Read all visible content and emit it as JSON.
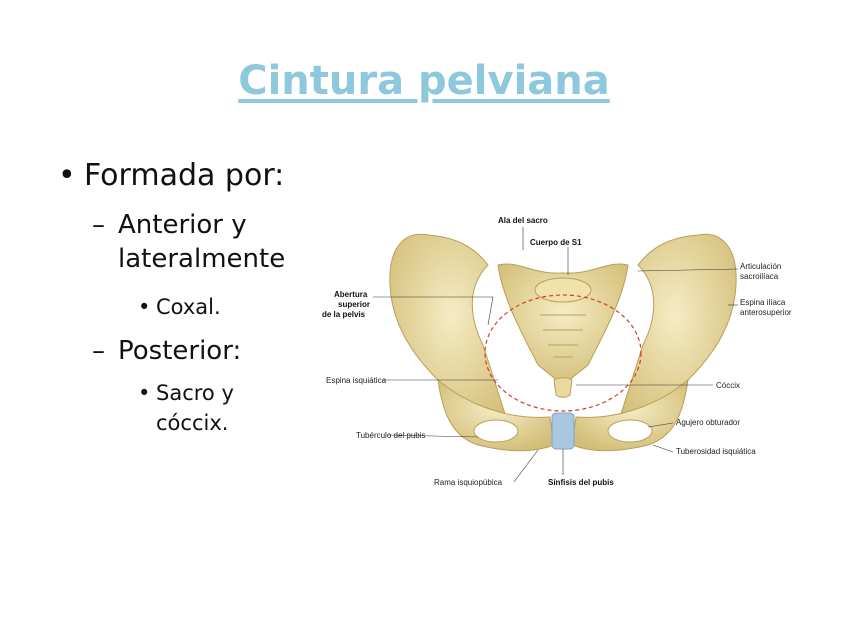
{
  "slide": {
    "title": "Cintura pelviana",
    "bullet1": "Formada por:",
    "sub1_line1": "Anterior y",
    "sub1_line2": "lateralmente",
    "sub1_item": "Coxal.",
    "sub2": "Posterior:",
    "sub2_item_line1": "Sacro y",
    "sub2_item_line2": "cóccix."
  },
  "figure": {
    "labels": {
      "ala_sacro": "Ala del sacro",
      "cuerpo_s1": "Cuerpo de S1",
      "articulacion_1": "Articulación",
      "articulacion_2": "sacroilíaca",
      "espina_iliaca_1": "Espina ilíaca",
      "espina_iliaca_2": "anterosuperior",
      "abertura_1": "Abertura",
      "abertura_2": "superior",
      "abertura_3": "de la pelvis",
      "espina_isquiatica": "Espina isquiática",
      "coccix": "Cóccix",
      "tuberculo_pubis": "Tubérculo del pubis",
      "agujero_obturador": "Agujero obturador",
      "tuberosidad": "Tuberosidad isquiática",
      "rama": "Rama isquiopúbica",
      "sinfisis": "Sínfisis del pubis"
    },
    "colors": {
      "bone": "#e8d9a0",
      "bone_dark": "#c9b46a",
      "pelvic_inlet": "#d63a2a",
      "symphysis": "#a9c8e0"
    }
  }
}
